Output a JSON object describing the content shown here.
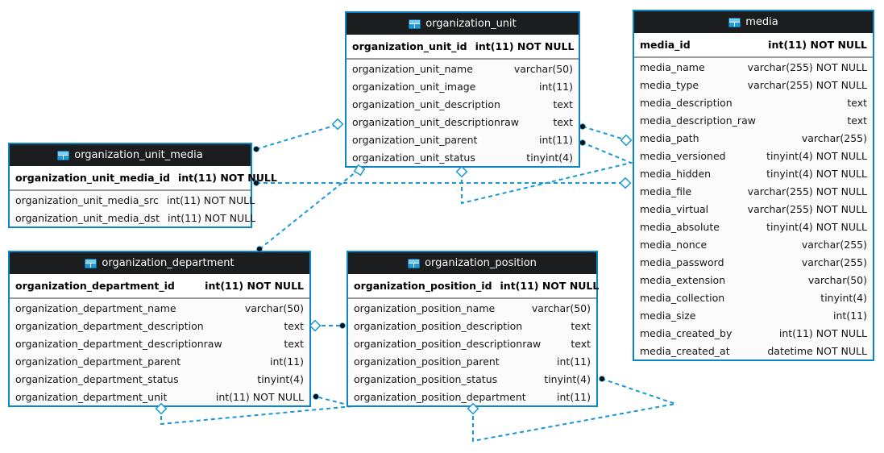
{
  "diagram": {
    "colors": {
      "table_border": "#0a86c6",
      "header_bg": "#1b1d1e",
      "header_text": "#ffffff",
      "row_bg": "#fbfbfb",
      "row_text": "#161616",
      "pk_divider": "#9a9a9a",
      "relationship_line": "#1798d6",
      "icon_blue_light": "#7accee",
      "icon_blue": "#1e9ad8"
    },
    "tables": [
      {
        "name": "organization_unit",
        "primary_key": {
          "name": "organization_unit_id",
          "type": "int(11) NOT NULL"
        },
        "columns": [
          {
            "name": "organization_unit_name",
            "type": "varchar(50)"
          },
          {
            "name": "organization_unit_image",
            "type": "int(11)"
          },
          {
            "name": "organization_unit_description",
            "type": "text"
          },
          {
            "name": "organization_unit_descriptionraw",
            "type": "text"
          },
          {
            "name": "organization_unit_parent",
            "type": "int(11)"
          },
          {
            "name": "organization_unit_status",
            "type": "tinyint(4)"
          }
        ]
      },
      {
        "name": "media",
        "primary_key": {
          "name": "media_id",
          "type": "int(11) NOT NULL"
        },
        "columns": [
          {
            "name": "media_name",
            "type": "varchar(255) NOT NULL"
          },
          {
            "name": "media_type",
            "type": "varchar(255) NOT NULL"
          },
          {
            "name": "media_description",
            "type": "text"
          },
          {
            "name": "media_description_raw",
            "type": "text"
          },
          {
            "name": "media_path",
            "type": "varchar(255)"
          },
          {
            "name": "media_versioned",
            "type": "tinyint(4) NOT NULL"
          },
          {
            "name": "media_hidden",
            "type": "tinyint(4) NOT NULL"
          },
          {
            "name": "media_file",
            "type": "varchar(255) NOT NULL"
          },
          {
            "name": "media_virtual",
            "type": "varchar(255) NOT NULL"
          },
          {
            "name": "media_absolute",
            "type": "tinyint(4) NOT NULL"
          },
          {
            "name": "media_nonce",
            "type": "varchar(255)"
          },
          {
            "name": "media_password",
            "type": "varchar(255)"
          },
          {
            "name": "media_extension",
            "type": "varchar(50)"
          },
          {
            "name": "media_collection",
            "type": "tinyint(4)"
          },
          {
            "name": "media_size",
            "type": "int(11)"
          },
          {
            "name": "media_created_by",
            "type": "int(11) NOT NULL"
          },
          {
            "name": "media_created_at",
            "type": "datetime NOT NULL"
          }
        ]
      },
      {
        "name": "organization_unit_media",
        "primary_key": {
          "name": "organization_unit_media_id",
          "type": "int(11) NOT NULL"
        },
        "columns": [
          {
            "name": "organization_unit_media_src",
            "type": "int(11) NOT NULL"
          },
          {
            "name": "organization_unit_media_dst",
            "type": "int(11) NOT NULL"
          }
        ]
      },
      {
        "name": "organization_department",
        "primary_key": {
          "name": "organization_department_id",
          "type": "int(11) NOT NULL"
        },
        "columns": [
          {
            "name": "organization_department_name",
            "type": "varchar(50)"
          },
          {
            "name": "organization_department_description",
            "type": "text"
          },
          {
            "name": "organization_department_descriptionraw",
            "type": "text"
          },
          {
            "name": "organization_department_parent",
            "type": "int(11)"
          },
          {
            "name": "organization_department_status",
            "type": "tinyint(4)"
          },
          {
            "name": "organization_department_unit",
            "type": "int(11) NOT NULL"
          }
        ]
      },
      {
        "name": "organization_position",
        "primary_key": {
          "name": "organization_position_id",
          "type": "int(11) NOT NULL"
        },
        "columns": [
          {
            "name": "organization_position_name",
            "type": "varchar(50)"
          },
          {
            "name": "organization_position_description",
            "type": "text"
          },
          {
            "name": "organization_position_descriptionraw",
            "type": "text"
          },
          {
            "name": "organization_position_parent",
            "type": "int(11)"
          },
          {
            "name": "organization_position_status",
            "type": "tinyint(4)"
          },
          {
            "name": "organization_position_department",
            "type": "int(11)"
          }
        ]
      }
    ],
    "relationships": [
      {
        "from": "organization_unit_media",
        "to": "organization_unit"
      },
      {
        "from": "organization_unit_media",
        "to": "media"
      },
      {
        "from": "organization_department",
        "to": "organization_unit"
      },
      {
        "from": "organization_unit",
        "to": "organization_unit",
        "self_reference": true
      },
      {
        "from": "organization_unit",
        "to": "media"
      },
      {
        "from": "organization_position",
        "to": "organization_department"
      },
      {
        "from": "organization_department",
        "to": "organization_department",
        "self_reference": true
      },
      {
        "from": "organization_position",
        "to": "organization_position",
        "self_reference": true
      }
    ]
  }
}
